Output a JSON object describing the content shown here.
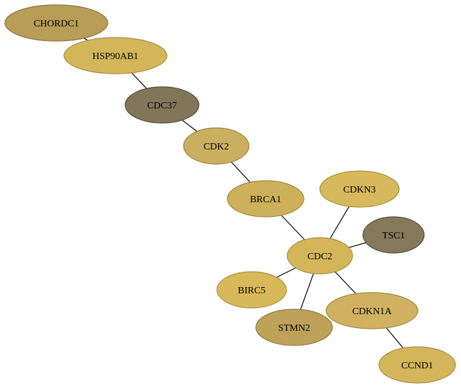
{
  "graph": {
    "nodes": [
      {
        "id": "CHORDC1",
        "label": "CHORDC1",
        "color": "#B89D56"
      },
      {
        "id": "HSP90AB1",
        "label": "HSP90AB1",
        "color": "#D3B65A"
      },
      {
        "id": "CDC37",
        "label": "CDC37",
        "color": "#82765A"
      },
      {
        "id": "CDK2",
        "label": "CDK2",
        "color": "#CAAF60"
      },
      {
        "id": "BRCA1",
        "label": "BRCA1",
        "color": "#CDB05A"
      },
      {
        "id": "CDKN3",
        "label": "CDKN3",
        "color": "#D6B95C"
      },
      {
        "id": "TSC1",
        "label": "TSC1",
        "color": "#85795B"
      },
      {
        "id": "CDC2",
        "label": "CDC2",
        "color": "#D4B65A"
      },
      {
        "id": "BIRC5",
        "label": "BIRC5",
        "color": "#D7B95A"
      },
      {
        "id": "CDKN1A",
        "label": "CDKN1A",
        "color": "#CFB15F"
      },
      {
        "id": "STMN2",
        "label": "STMN2",
        "color": "#BEA25A"
      },
      {
        "id": "CCND1",
        "label": "CCND1",
        "color": "#D3B65B"
      }
    ],
    "edges": [
      {
        "source": "CHORDC1",
        "target": "HSP90AB1"
      },
      {
        "source": "HSP90AB1",
        "target": "CDC37"
      },
      {
        "source": "CDC37",
        "target": "CDK2"
      },
      {
        "source": "CDK2",
        "target": "BRCA1"
      },
      {
        "source": "BRCA1",
        "target": "CDC2"
      },
      {
        "source": "CDKN3",
        "target": "CDC2"
      },
      {
        "source": "TSC1",
        "target": "CDC2"
      },
      {
        "source": "CDC2",
        "target": "BIRC5"
      },
      {
        "source": "CDC2",
        "target": "STMN2"
      },
      {
        "source": "CDC2",
        "target": "CDKN1A"
      },
      {
        "source": "CDKN1A",
        "target": "CCND1"
      }
    ]
  }
}
